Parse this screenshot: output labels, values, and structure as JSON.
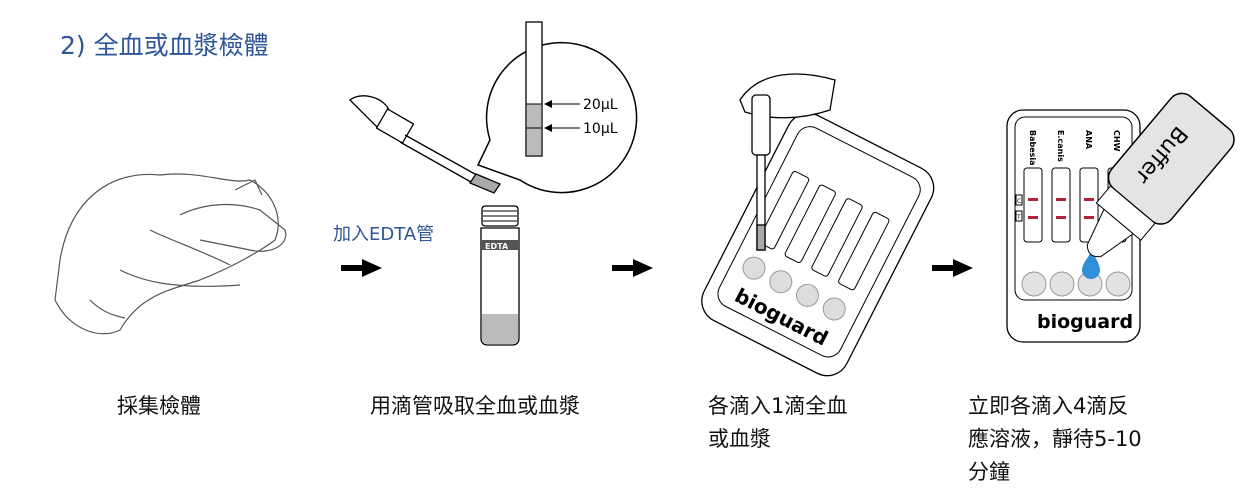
{
  "title": "2)  全血或血漿檢體",
  "add_edta_label": "加入EDTA管",
  "tube_label": "EDTA",
  "pipette_marks": [
    "20µL",
    "10µL"
  ],
  "cassette": {
    "brand": "bioguard",
    "tests": [
      "Babesia",
      "E.canis",
      "ANA",
      "CHW"
    ],
    "control_label": "C",
    "test_label": "T"
  },
  "buffer_bottle_label": "Buffer",
  "steps": [
    {
      "lines": [
        "採集檢體"
      ]
    },
    {
      "lines": [
        "用滴管吸取全血或血漿"
      ]
    },
    {
      "lines": [
        "各滴入1滴全血",
        "或血漿"
      ]
    },
    {
      "lines": [
        "立即各滴入4滴反",
        "應溶液，靜待5-10",
        "分鐘"
      ]
    }
  ],
  "colors": {
    "title": "#2e5597",
    "line_red": "#b3213a",
    "drop_blue": "#2f8fd8"
  }
}
